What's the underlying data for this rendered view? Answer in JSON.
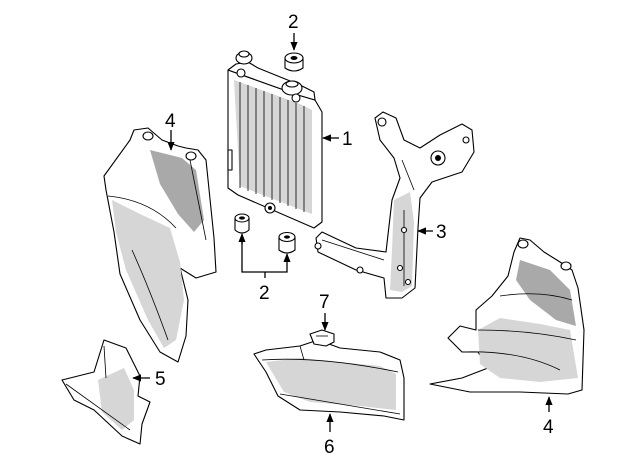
{
  "diagram": {
    "parts": [
      {
        "id": "radiator",
        "callout": "1"
      },
      {
        "id": "mount-bushing",
        "callout": "2"
      },
      {
        "id": "bracket",
        "callout": "3"
      },
      {
        "id": "air-duct",
        "callout": "4"
      },
      {
        "id": "lower-deflector",
        "callout": "5"
      },
      {
        "id": "air-guide",
        "callout": "6"
      },
      {
        "id": "clip",
        "callout": "7"
      }
    ],
    "labels": {
      "part_1": "1",
      "part_2_top": "2",
      "part_2_bottom": "2",
      "part_3": "3",
      "part_4_left": "4",
      "part_4_right": "4",
      "part_5": "5",
      "part_6": "6",
      "part_7": "7"
    }
  }
}
